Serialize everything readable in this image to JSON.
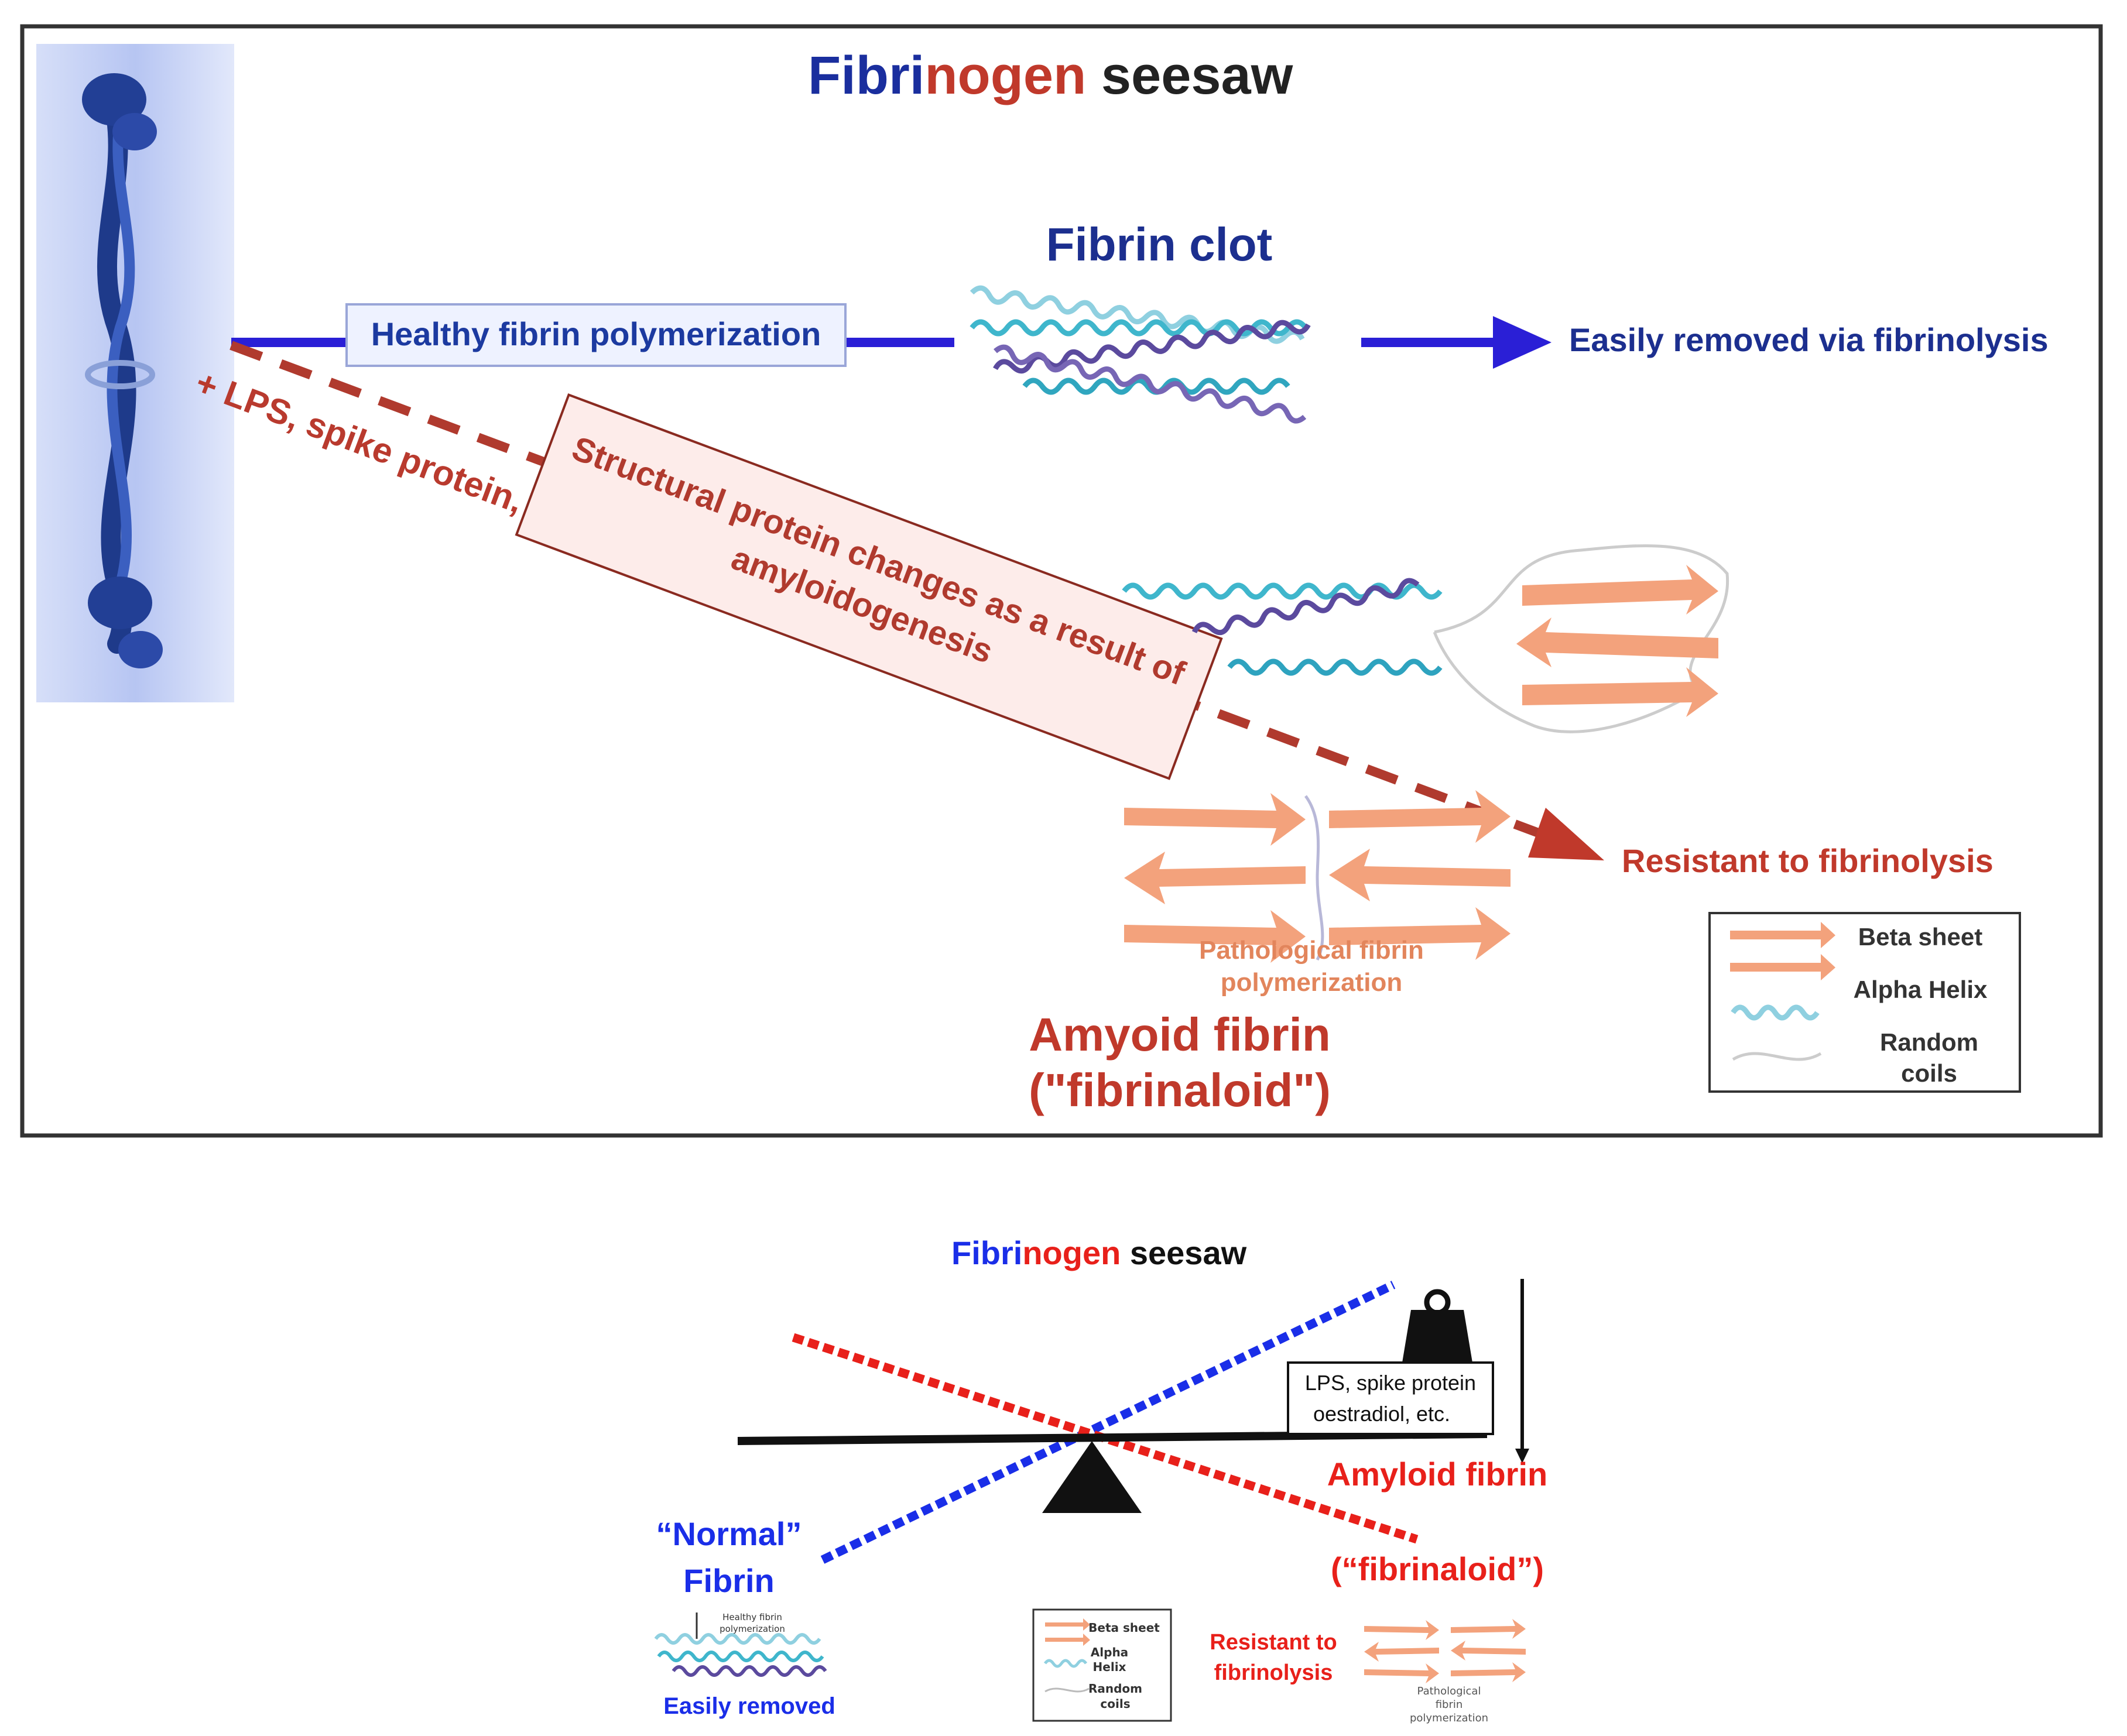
{
  "top_panel": {
    "title_parts": [
      "Fibri",
      "nogen",
      " seesaw"
    ],
    "fibrin_clot_label": "Fibrin clot",
    "healthy_label": "Healthy fibrin polymerization",
    "easily_removed_label": "Easily removed via fibrinolysis",
    "triggers_label": "+ LPS, spike protein, oestradiol etc.",
    "structural_line1": "Structural protein changes as a result of",
    "structural_line2": "amyloidogenesis",
    "resistant_label": "Resistant to fibrinolysis",
    "pathological_line1": "Pathological fibrin",
    "pathological_line2": "polymerization",
    "amyloid_line1": "Amyoid fibrin",
    "amyloid_line2": "(\"fibrinaloid\")",
    "legend": {
      "beta": "Beta sheet",
      "alpha": "Alpha Helix",
      "random_line1": "Random",
      "random_line2": "coils"
    }
  },
  "bottom_panel": {
    "title_parts": [
      "Fibri",
      "nogen",
      " seesaw"
    ],
    "weight_line1": "LPS, spike protein",
    "weight_line2": "oestradiol, etc.",
    "amyloid_fibrin": "Amyloid fibrin",
    "fibrinaloid": "(“fibrinaloid”)",
    "normal_line1": "“Normal”",
    "normal_line2": "Fibrin",
    "healthy_small_line1": "Healthy fibrin",
    "healthy_small_line2": "polymerization",
    "easily_removed": "Easily removed",
    "legend": {
      "beta": "Beta sheet",
      "alpha_line1": "Alpha",
      "alpha_line2": "Helix",
      "random_line1": "Random",
      "random_line2": "coils"
    },
    "resistant_line1": "Resistant to",
    "resistant_line2": "fibrinolysis",
    "pathological_line1": "Pathological",
    "pathological_line2": "fibrin",
    "pathological_line3": "polymerization"
  },
  "colors": {
    "blue": "#2a1fd6",
    "navy": "#1c2f8f",
    "red": "#c0392b",
    "bright_red": "#e8201a",
    "bright_blue": "#1a2ee8",
    "orange": "#f0a07a",
    "teal": "#3fb6cc",
    "purple": "#5b4a9e"
  }
}
